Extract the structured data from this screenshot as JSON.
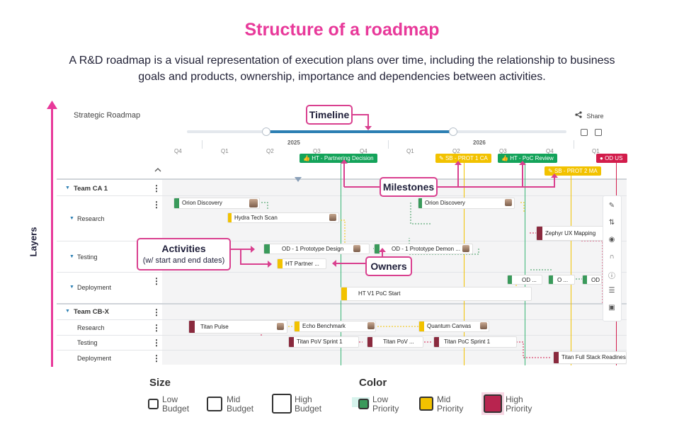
{
  "header": {
    "title": "Structure of a roadmap",
    "subtitle": "A R&D roadmap is a visual representation of execution plans over time, including the relationship to business goals and products, ownership, importance and dependencies between activities."
  },
  "roadmap": {
    "title": "Strategic Roadmap",
    "share_label": "Share",
    "years": [
      "2025",
      "2026"
    ],
    "quarters": [
      "Q4",
      "Q1",
      "Q2",
      "Q3",
      "Q4",
      "Q1",
      "Q2",
      "Q3",
      "Q4",
      "Q1"
    ],
    "milestones": [
      {
        "label": "HT - Partnering Decision",
        "color": "#14a35a"
      },
      {
        "label": "SB - PROT 1 CA",
        "color": "#f2c200"
      },
      {
        "label": "HT - PoC Review",
        "color": "#14a35a"
      },
      {
        "label": "SB - PROT 2 MA",
        "color": "#f2c200"
      },
      {
        "label": "OD US",
        "color": "#d21c4b"
      }
    ],
    "teams": [
      {
        "name": "Team CA 1",
        "layers": [
          "Research",
          "Testing",
          "Deployment"
        ]
      },
      {
        "name": "Team CB-X",
        "layers": [
          "Research",
          "Testing",
          "Deployment"
        ]
      }
    ],
    "activities": {
      "orion1": "Orion Discovery",
      "hydra": "Hydra Tech Scan",
      "orion2": "Orion Discovery",
      "zephyr": "Zephyr UX Mapping",
      "od1": "OD - 1 Prototype Design",
      "od1demo": "OD - 1 Prototype Demon ...",
      "htpartner": "HT Partner ...",
      "odshort1": "OD ...",
      "odshort2": "O ...",
      "odshort3": "OD",
      "htv1": "HT V1 PoC Start",
      "titanpulse": "Titan Pulse",
      "echo": "Echo Benchmark",
      "quantum": "Quantum Canvas",
      "titansprint1": "Titan PoV Sprint 1",
      "titanpov": "Titan PoV ...",
      "titanpoc": "Titan PoC Sprint 1",
      "titanfull": "Titan Full Stack Readiness"
    }
  },
  "annotations": {
    "timeline": "Timeline",
    "milestones": "Milestones",
    "activities": "Activities",
    "activities_sub": "(w/ start and end dates)",
    "owners": "Owners",
    "layers": "Layers"
  },
  "legend": {
    "size_title": "Size",
    "color_title": "Color",
    "size_items": [
      {
        "line1": "Low",
        "line2": "Budget"
      },
      {
        "line1": "Mid",
        "line2": "Budget"
      },
      {
        "line1": "High",
        "line2": "Budget"
      }
    ],
    "color_items": [
      {
        "line1": "Low",
        "line2": "Priority",
        "color": "#3a9a5b"
      },
      {
        "line1": "Mid",
        "line2": "Priority",
        "color": "#f2c200"
      },
      {
        "line1": "High",
        "line2": "Priority",
        "color": "#b8244f"
      }
    ]
  },
  "colors": {
    "accent": "#e8399a",
    "timeline_blue": "#2c7fb3",
    "low_priority": "#3a9a5b",
    "mid_priority": "#f2c200",
    "high_priority": "#8a2a3e"
  }
}
